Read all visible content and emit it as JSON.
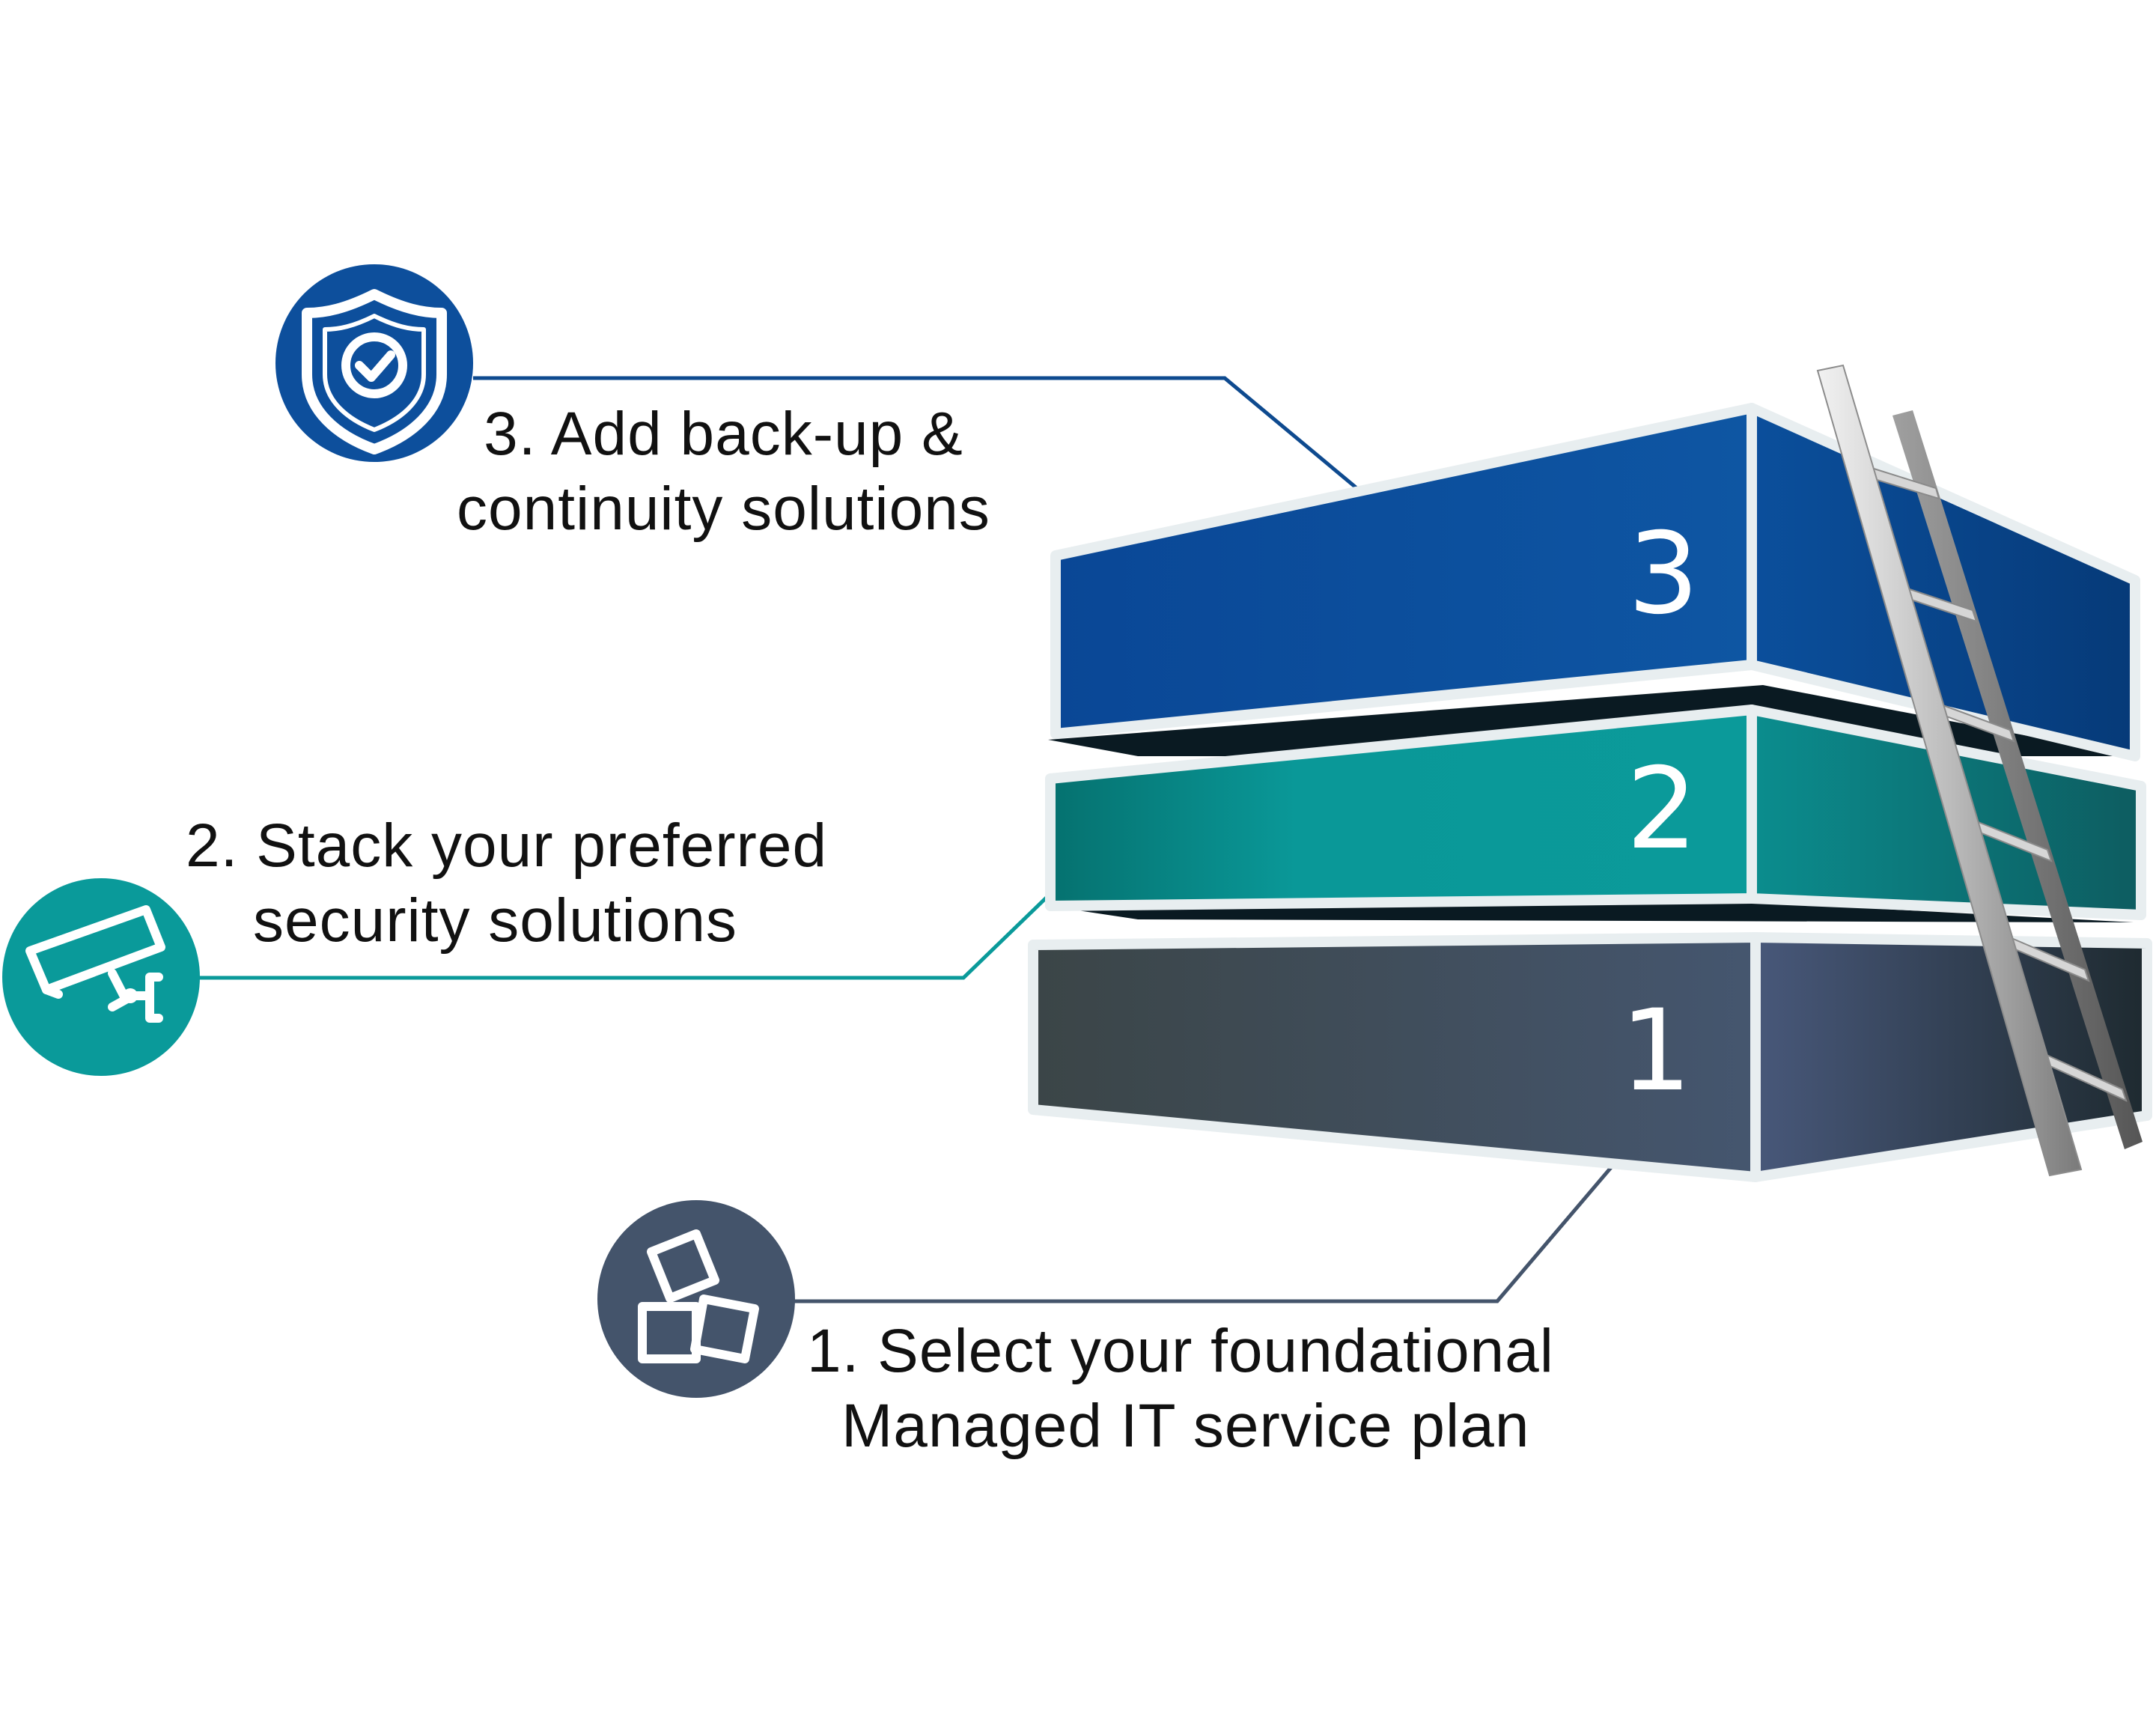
{
  "steps": [
    {
      "number": "3",
      "label_line1": "3. Add back-up &",
      "label_line2": "continuity solutions",
      "icon": "shield-check-icon",
      "color": "#0d4f9c"
    },
    {
      "number": "2",
      "label_line1": "2. Stack your preferred",
      "label_line2": "security solutions",
      "icon": "security-camera-icon",
      "color": "#0a9a9a"
    },
    {
      "number": "1",
      "label_line1": "1. Select your foundational",
      "label_line2": "Managed IT service plan",
      "icon": "cubes-icon",
      "color": "#44546b"
    }
  ],
  "decorations": {
    "ladder": "ladder-icon"
  }
}
